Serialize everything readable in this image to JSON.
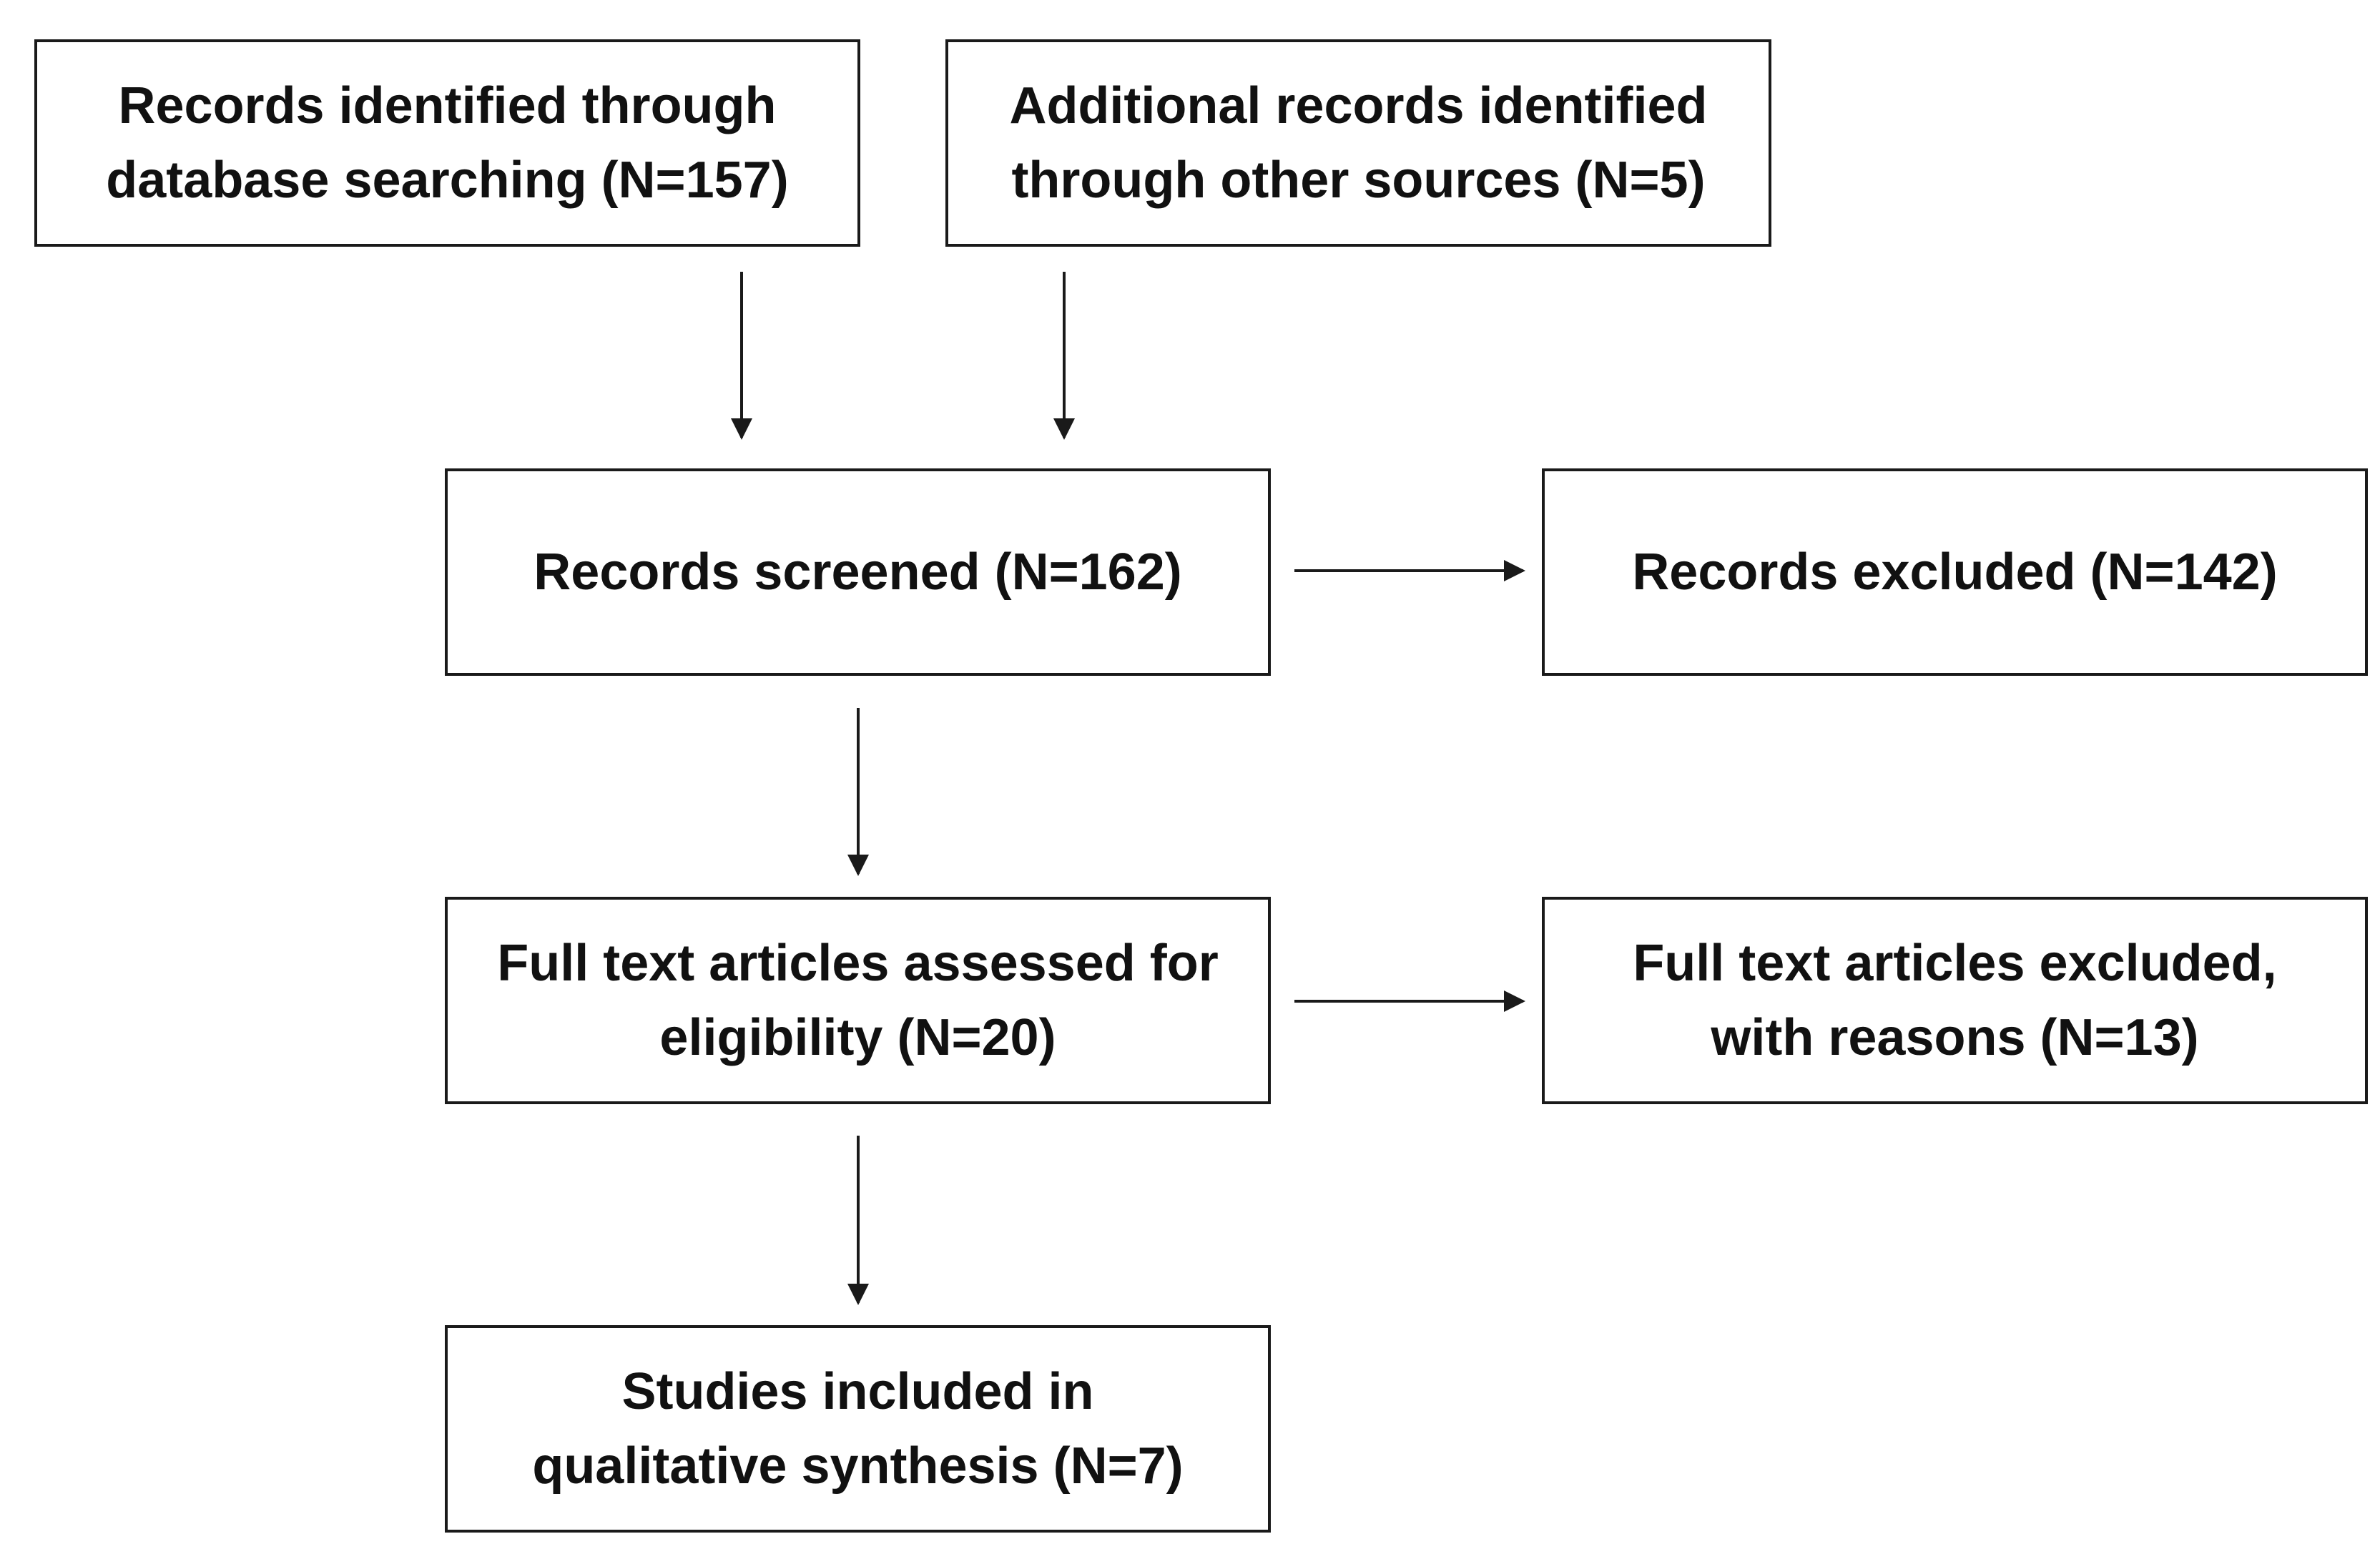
{
  "boxes": {
    "database": {
      "line1": "Records identified through",
      "line2": "database searching (N=157)"
    },
    "other_sources": {
      "line1": "Additional records identified",
      "line2": "through other sources (N=5)"
    },
    "screened": {
      "line1": "Records screened (N=162)"
    },
    "excluded": {
      "line1": "Records excluded (N=142)"
    },
    "full_text": {
      "line1": "Full text articles assessed for",
      "line2": "eligibility (N=20)"
    },
    "full_text_excluded": {
      "line1": "Full text articles excluded,",
      "line2": "with reasons (N=13)"
    },
    "included": {
      "line1": "Studies included in",
      "line2": "qualitative synthesis (N=7)"
    }
  },
  "colors": {
    "stroke": "#1a1a1a",
    "text": "#111111",
    "background": "#ffffff"
  }
}
